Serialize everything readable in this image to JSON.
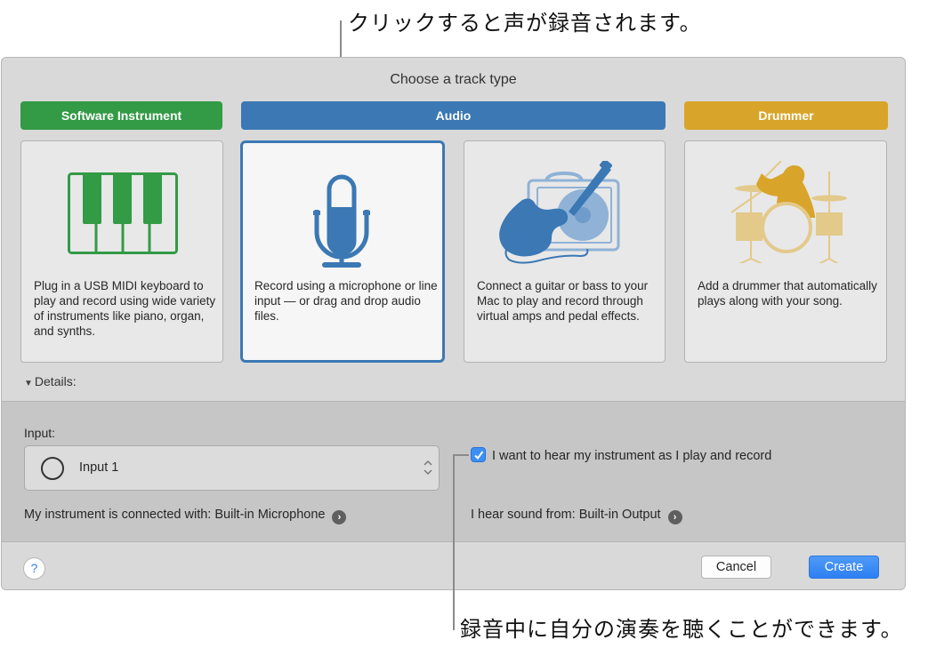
{
  "annotations": {
    "top": "クリックすると声が録音されます。",
    "bottom": "録音中に自分の演奏を聴くことができます。"
  },
  "dialog": {
    "title": "Choose a track type",
    "track_types": [
      {
        "label": "Software Instrument",
        "color": "#339a46",
        "icon": "piano-keyboard-icon",
        "description": "Plug in a USB MIDI keyboard to play and record using wide variety of instruments like piano, organ, and synths.",
        "selected": false
      },
      {
        "label": "Audio",
        "color": "#3b78b4",
        "icon": "microphone-icon",
        "description": "Record using a microphone or line input — or drag and drop audio files.",
        "selected": true
      },
      {
        "label": "",
        "color": "#3b78b4",
        "icon": "guitar-amp-icon",
        "description": "Connect a guitar or bass to your Mac to play and record through virtual amps and pedal effects.",
        "selected": false
      },
      {
        "label": "Drummer",
        "color": "#d8a52a",
        "icon": "drummer-icon",
        "description": "Add a drummer that automatically plays along with your song.",
        "selected": false
      }
    ],
    "details": {
      "toggle_label": "Details:",
      "input_label": "Input:",
      "input_value": "Input 1",
      "connected_with": "My instrument is connected with: Built-in Microphone",
      "monitor_checkbox_label": "I want to hear my instrument as I play and record",
      "monitor_checked": true,
      "hear_sound_from": "I hear sound from: Built-in Output"
    },
    "footer": {
      "help_label": "?",
      "cancel_label": "Cancel",
      "create_label": "Create"
    }
  }
}
